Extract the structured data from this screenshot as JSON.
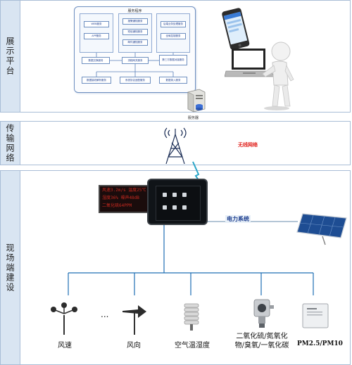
{
  "lanes": {
    "display": "展示平台",
    "transmission": "传输网络",
    "field": "现场端建设"
  },
  "service_program": {
    "title": "服务程序",
    "col1": [
      "WEB服务",
      "APP服务"
    ],
    "col2": [
      "报警通知服务",
      "短信通知服务",
      "邮件通知服务"
    ],
    "col3": [
      "后端业务处理服务",
      "全局控制服务"
    ],
    "row2": [
      "数据交换服务",
      "流程网关服务",
      "第三方数据对接服务"
    ],
    "row3": [
      "数据接收解析服务",
      "系统协议适配服务",
      "数据录入服务"
    ]
  },
  "server_label": "服务器",
  "wireless_label": "无线网络",
  "power_label": "电力系统",
  "led_display": {
    "line1": "风速3.2m/s 温度25℃",
    "line2": "湿度36% 噪声48dB",
    "line3": "二氧化硫64PPM"
  },
  "sensors": [
    {
      "label": "风速"
    },
    {
      "label": "风向"
    },
    {
      "label": "空气温湿度"
    },
    {
      "label": "二氧化硫/氮氧化物/臭氧/一氧化碳"
    },
    {
      "label": "PM2.5/PM10"
    }
  ],
  "ellipsis": "...",
  "colors": {
    "lane_fill": "#d9e5f2",
    "border": "#a9bdd6",
    "accent_red": "#e0201b",
    "line_blue": "#1f6fb3"
  }
}
